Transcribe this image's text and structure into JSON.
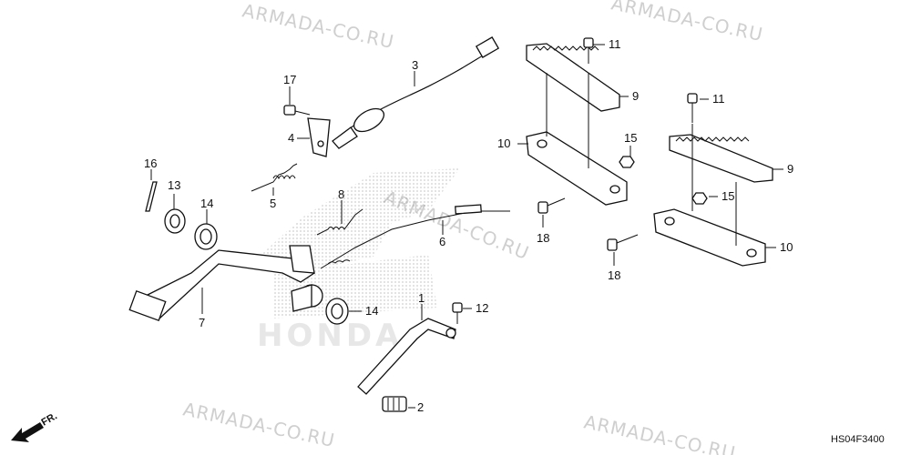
{
  "watermark_text": "ARMADA-CO.RU",
  "diagram_code": "HS04F3400",
  "front_indicator": "FR.",
  "logo_text": "HONDA",
  "callouts": {
    "c1": "1",
    "c2": "2",
    "c3": "3",
    "c4": "4",
    "c5": "5",
    "c6": "6",
    "c7": "7",
    "c8": "8",
    "c9a": "9",
    "c9b": "9",
    "c10a": "10",
    "c10b": "10",
    "c11a": "11",
    "c11b": "11",
    "c12": "12",
    "c13": "13",
    "c14a": "14",
    "c14b": "14",
    "c15a": "15",
    "c15b": "15",
    "c16": "16",
    "c17": "17",
    "c18a": "18",
    "c18b": "18"
  }
}
